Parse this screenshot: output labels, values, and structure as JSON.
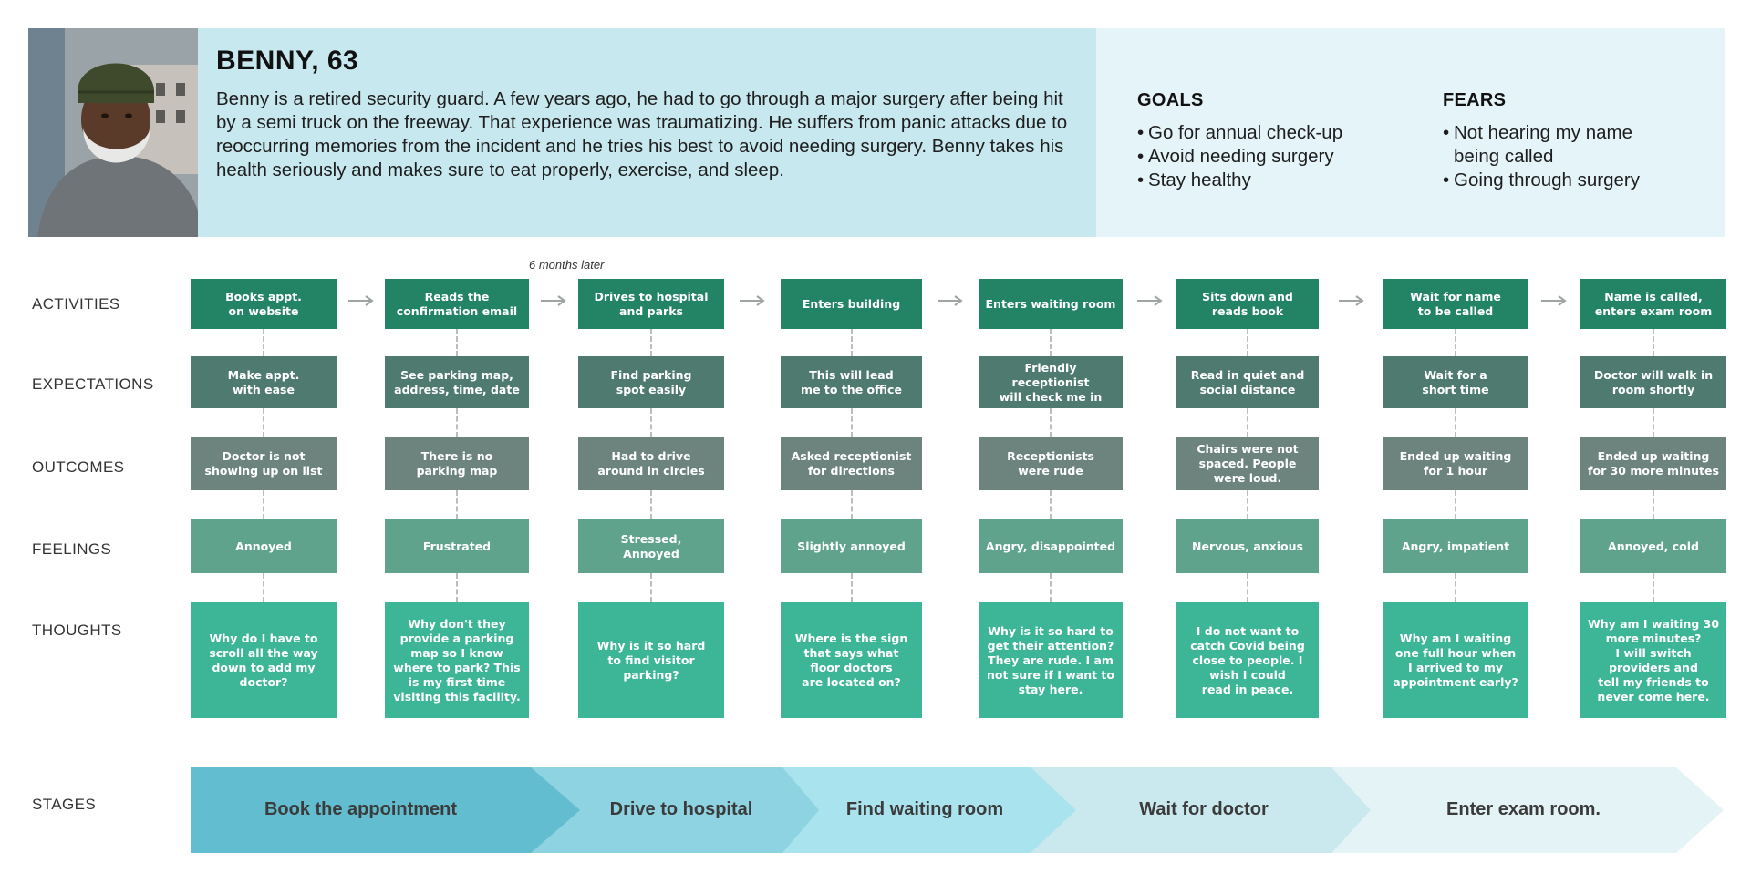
{
  "persona": {
    "name": "BENNY, 63",
    "bio": "Benny is a retired security guard. A few years ago, he had to go through a major surgery after being hit by a semi truck on the freeway. That experience was traumatizing. He suffers from panic attacks due to reoccurring memories from the incident and he tries his best to avoid needing surgery. Benny takes his health seriously and makes sure to eat properly, exercise, and sleep.",
    "goals_title": "GOALS",
    "goals": [
      "Go for annual check-up",
      "Avoid needing surgery",
      "Stay healthy"
    ],
    "fears_title": "FEARS",
    "fears": [
      "Not hearing my name being called",
      "Going through surgery"
    ]
  },
  "rows": {
    "activities": "ACTIVITIES",
    "expectations": "EXPECTATIONS",
    "outcomes": "OUTCOMES",
    "feelings": "FEELINGS",
    "thoughts": "THOUGHTS",
    "stages": "STAGES"
  },
  "annotation": "6 months later",
  "steps": [
    {
      "activity": "Books appt.\non website",
      "expectation": "Make appt.\nwith ease",
      "outcome": "Doctor is not\nshowing up on list",
      "feeling": "Annoyed",
      "thought": "Why do I have to\nscroll all the way\ndown to add my\ndoctor?"
    },
    {
      "activity": "Reads the\nconfirmation email",
      "expectation": "See parking map,\naddress, time, date",
      "outcome": "There is no\nparking map",
      "feeling": "Frustrated",
      "thought": "Why don't they\nprovide a parking\nmap so I know\nwhere to park? This\nis my first time\nvisiting this facility."
    },
    {
      "activity": "Drives to hospital\nand parks",
      "expectation": "Find parking\nspot easily",
      "outcome": "Had to drive\naround in circles",
      "feeling": "Stressed,\nAnnoyed",
      "thought": "Why is it so hard\nto find visitor\nparking?"
    },
    {
      "activity": "Enters building",
      "expectation": "This will lead\nme to the office",
      "outcome": "Asked receptionist\nfor directions",
      "feeling": "Slightly annoyed",
      "thought": "Where is the sign\nthat says what\nfloor doctors\nare located on?"
    },
    {
      "activity": "Enters waiting room",
      "expectation": "Friendly receptionist\nwill check me in",
      "outcome": "Receptionists\nwere rude",
      "feeling": "Angry, disappointed",
      "thought": "Why is it so hard to\nget their attention?\nThey are rude. I am\nnot sure if I want to\nstay here."
    },
    {
      "activity": "Sits down and\nreads book",
      "expectation": "Read in quiet and\nsocial distance",
      "outcome": "Chairs were not\nspaced. People\nwere loud.",
      "feeling": "Nervous, anxious",
      "thought": "I do not want to\ncatch Covid being\nclose to people. I\nwish I could\nread in peace."
    },
    {
      "activity": "Wait for name\nto be called",
      "expectation": "Wait for a\nshort time",
      "outcome": "Ended up waiting\nfor 1 hour",
      "feeling": "Angry, impatient",
      "thought": "Why am I waiting\none full hour when\nI arrived to my\nappointment early?"
    },
    {
      "activity": "Name is called,\nenters exam room",
      "expectation": "Doctor will walk in\nroom shortly",
      "outcome": "Ended up waiting\nfor 30 more minutes",
      "feeling": "Annoyed, cold",
      "thought": "Why am I waiting 30\nmore minutes?\nI will switch\nproviders and\ntell my friends to\nnever come here."
    }
  ],
  "stages": [
    {
      "label": "Book the appointment",
      "color": "#62bdd0"
    },
    {
      "label": "Drive to hospital",
      "color": "#8dd3e2"
    },
    {
      "label": "Find waiting room",
      "color": "#a9e3ee"
    },
    {
      "label": "Wait for doctor",
      "color": "#c9e9ef"
    },
    {
      "label": "Enter exam room.",
      "color": "#e4f3f6"
    }
  ],
  "colors": {
    "activity": "#238465",
    "expectation": "#4f7a6f",
    "outcome": "#6d837d",
    "feeling": "#5fa38d",
    "thought": "#3db597"
  }
}
